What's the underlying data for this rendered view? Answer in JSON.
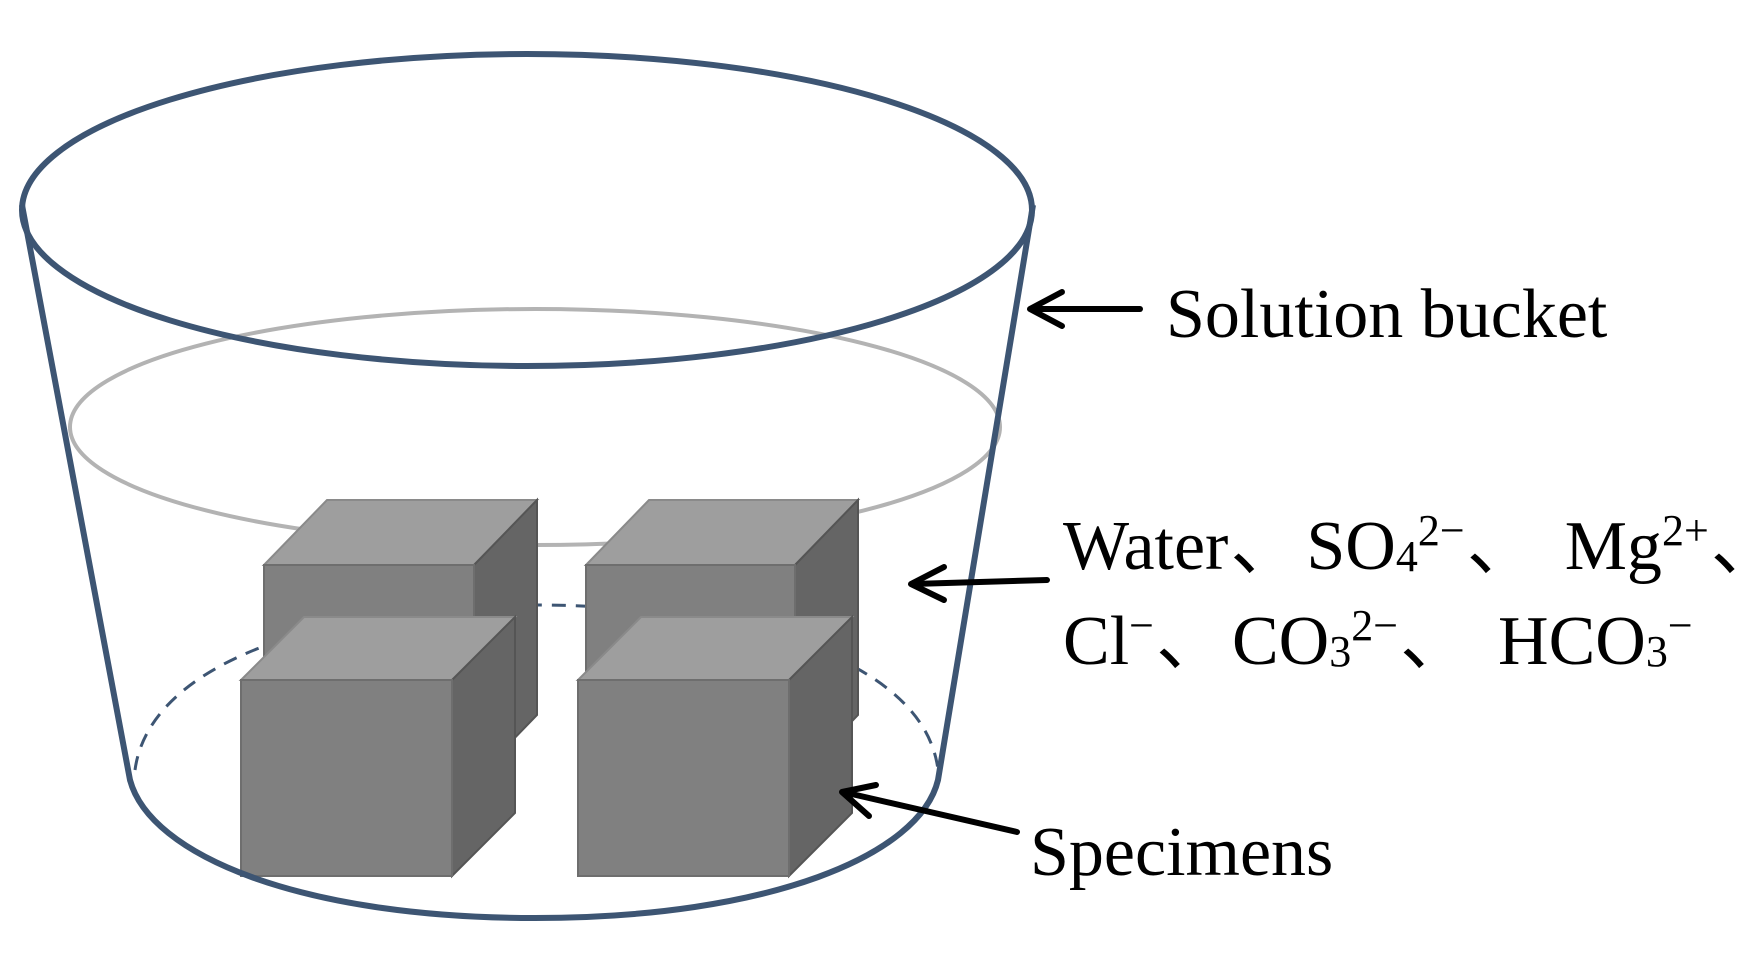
{
  "labels": {
    "bucket": "Solution bucket",
    "specimens": "Specimens",
    "solution_line1": {
      "water": "Water",
      "sep": "、",
      "so4_base": "SO",
      "so4_sub": "4",
      "so4_sup": "2−",
      "mg_base": "Mg",
      "mg_sup": "2+"
    },
    "solution_line2": {
      "cl_base": "Cl",
      "cl_sup": "−",
      "sep": "、",
      "co3_base": "CO",
      "co3_sub": "3",
      "co3_sup": "2−",
      "hco3_base": "HCO",
      "hco3_sub": "3",
      "hco3_sup": "−"
    }
  },
  "colors": {
    "bucket_stroke": "#3d5573",
    "water_line": "#b3b3b3",
    "cube_front": "#808080",
    "cube_top": "#9e9e9e",
    "cube_side": "#656565",
    "arrow": "#000000"
  }
}
